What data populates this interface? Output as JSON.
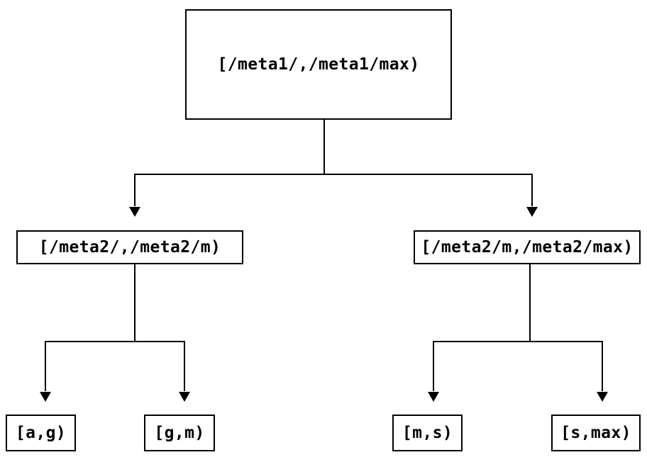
{
  "diagram": {
    "type": "tree",
    "colors": {
      "background": "#ffffff",
      "line": "#000000",
      "node_fill": "#ffffff",
      "text": "#000000"
    },
    "nodes": {
      "root": {
        "label": "[/meta1/,/meta1/max)"
      },
      "meta2_low": {
        "label": "[/meta2/,/meta2/m)"
      },
      "meta2_high": {
        "label": "[/meta2/m,/meta2/max)"
      },
      "leaf_ag": {
        "label": "[a,g)"
      },
      "leaf_gm": {
        "label": "[g,m)"
      },
      "leaf_ms": {
        "label": "[m,s)"
      },
      "leaf_smax": {
        "label": "[s,max)"
      }
    },
    "edges": [
      {
        "from": "root",
        "to": "meta2_low"
      },
      {
        "from": "root",
        "to": "meta2_high"
      },
      {
        "from": "meta2_low",
        "to": "leaf_ag"
      },
      {
        "from": "meta2_low",
        "to": "leaf_gm"
      },
      {
        "from": "meta2_high",
        "to": "leaf_ms"
      },
      {
        "from": "meta2_high",
        "to": "leaf_smax"
      }
    ]
  }
}
